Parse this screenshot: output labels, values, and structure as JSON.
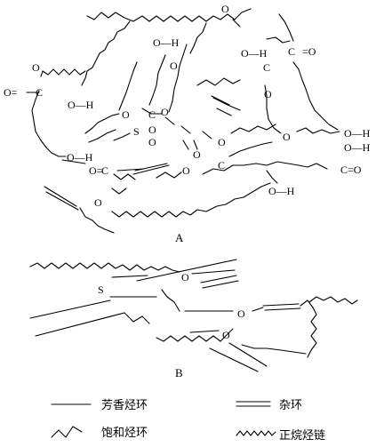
{
  "panel_labels": {
    "a": "A",
    "b": "B"
  },
  "legend": {
    "aromatic": "芳香烃环",
    "hetero": "杂环",
    "saturated": "饱和烃环",
    "nalkane": "正烷烃链"
  },
  "groups": {
    "oh": "O—H",
    "o": "O",
    "s": "S",
    "c": "C",
    "c_eq_o": "C=O",
    "o_eq_c": "O=C",
    "o_eq": "O=",
    "eq_o": "=O"
  }
}
